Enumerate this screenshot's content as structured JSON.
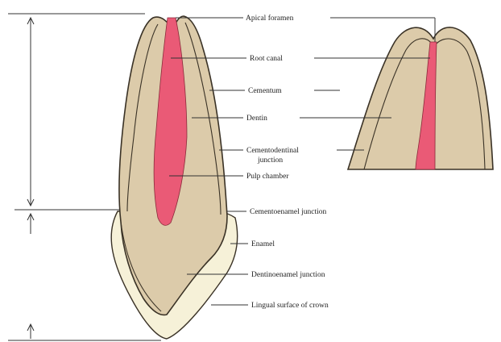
{
  "colors": {
    "background": "#ffffff",
    "dentin": "#dccbaa",
    "enamel": "#f6f1d8",
    "pulp": "#ea5a76",
    "outline": "#3a3226",
    "leader": "#333333"
  },
  "labels": {
    "apical_foramen": "Apical foramen",
    "root_canal": "Root canal",
    "cementum": "Cementum",
    "dentin": "Dentin",
    "cementodentinal_junction_line1": "Cementodentinal",
    "cementodentinal_junction_line2": "junction",
    "pulp_chamber": "Pulp chamber",
    "cementoenamel_junction": "Cementoenamel junction",
    "enamel": "Enamel",
    "dentinoenamel_junction": "Dentinoenamel junction",
    "lingual_surface_of_crown": "Lingual surface of crown"
  }
}
